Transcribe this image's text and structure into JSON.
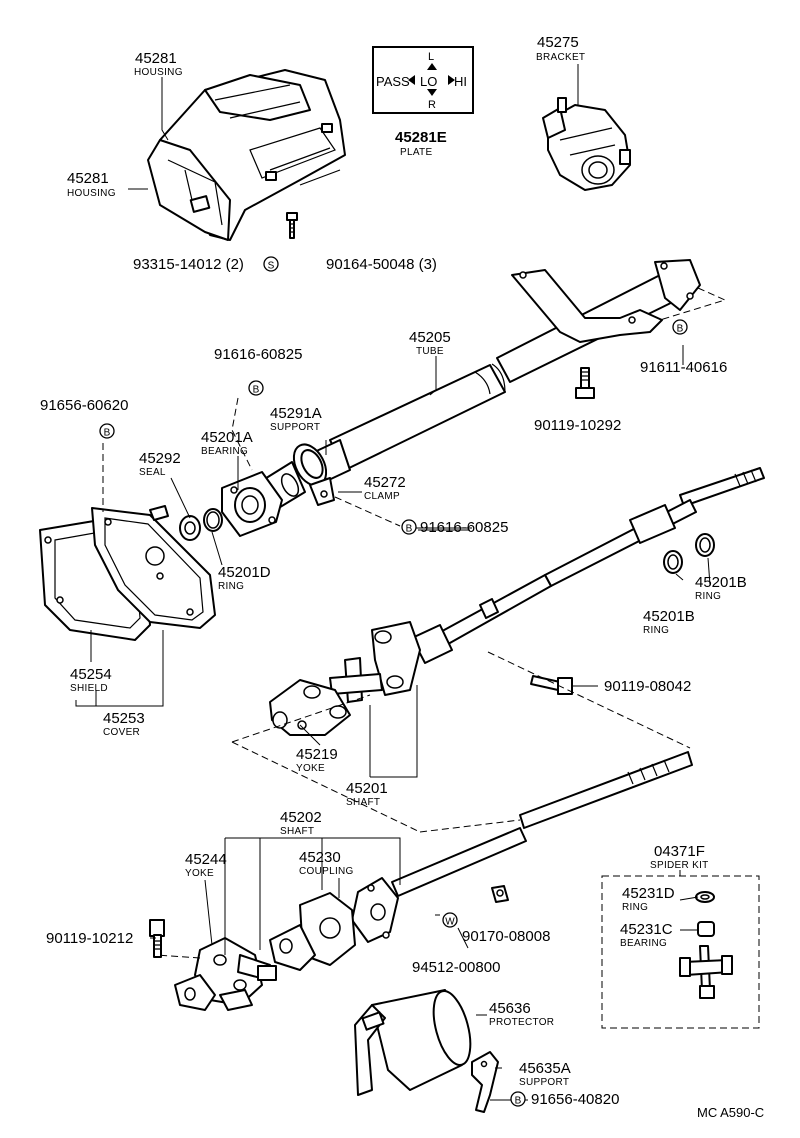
{
  "callouts": {
    "c45281_top": {
      "number": "45281",
      "name": "HOUSING"
    },
    "c45281_side": {
      "number": "45281",
      "name": "HOUSING"
    },
    "c93315": {
      "number": "93315-14012 (2)"
    },
    "c90164": {
      "number": "90164-50048 (3)"
    },
    "c45281E": {
      "number": "45281E",
      "name": "PLATE"
    },
    "c45275": {
      "number": "45275",
      "name": "BRACKET"
    },
    "c45205": {
      "number": "45205",
      "name": "TUBE"
    },
    "c91611": {
      "number": "91611-40616"
    },
    "c91616_top": {
      "number": "91616-60825"
    },
    "c91656_top": {
      "number": "91656-60620"
    },
    "c45291A": {
      "number": "45291A",
      "name": "SUPPORT"
    },
    "c45201A": {
      "number": "45201A",
      "name": "BEARING"
    },
    "c45292": {
      "number": "45292",
      "name": "SEAL"
    },
    "c90119_10292": {
      "number": "90119-10292"
    },
    "c45272": {
      "number": "45272",
      "name": "CLAMP"
    },
    "c91616_mid": {
      "number": "91616-60825"
    },
    "c45201D": {
      "number": "45201D",
      "name": "RING"
    },
    "c45201B_a": {
      "number": "45201B",
      "name": "RING"
    },
    "c45201B_b": {
      "number": "45201B",
      "name": "RING"
    },
    "c45254": {
      "number": "45254",
      "name": "SHIELD"
    },
    "c45253": {
      "number": "45253",
      "name": "COVER"
    },
    "c90119_08042": {
      "number": "90119-08042"
    },
    "c45219": {
      "number": "45219",
      "name": "YOKE"
    },
    "c45201": {
      "number": "45201",
      "name": "SHAFT"
    },
    "c45202": {
      "number": "45202",
      "name": "SHAFT"
    },
    "c45244": {
      "number": "45244",
      "name": "YOKE"
    },
    "c45230": {
      "number": "45230",
      "name": "COUPLING"
    },
    "c04371F": {
      "number": "04371F",
      "name": "SPIDER KIT"
    },
    "c45231D": {
      "number": "45231D",
      "name": "RING"
    },
    "c45231C": {
      "number": "45231C",
      "name": "BEARING"
    },
    "c90119_10212": {
      "number": "90119-10212"
    },
    "c90170": {
      "number": "90170-08008"
    },
    "c94512": {
      "number": "94512-00800"
    },
    "c45636": {
      "number": "45636",
      "name": "PROTECTOR"
    },
    "c45635A": {
      "number": "45635A",
      "name": "SUPPORT"
    },
    "c91656_bottom": {
      "number": "91656-40820"
    }
  },
  "symbols": {
    "s": "S",
    "b": "B",
    "w": "W"
  },
  "plate_graphic": {
    "left_text": "PASS",
    "center_text": "LO",
    "right_text": "HI",
    "top_letter": "L",
    "bottom_letter": "R"
  },
  "diagram_code": "MC A590-C"
}
